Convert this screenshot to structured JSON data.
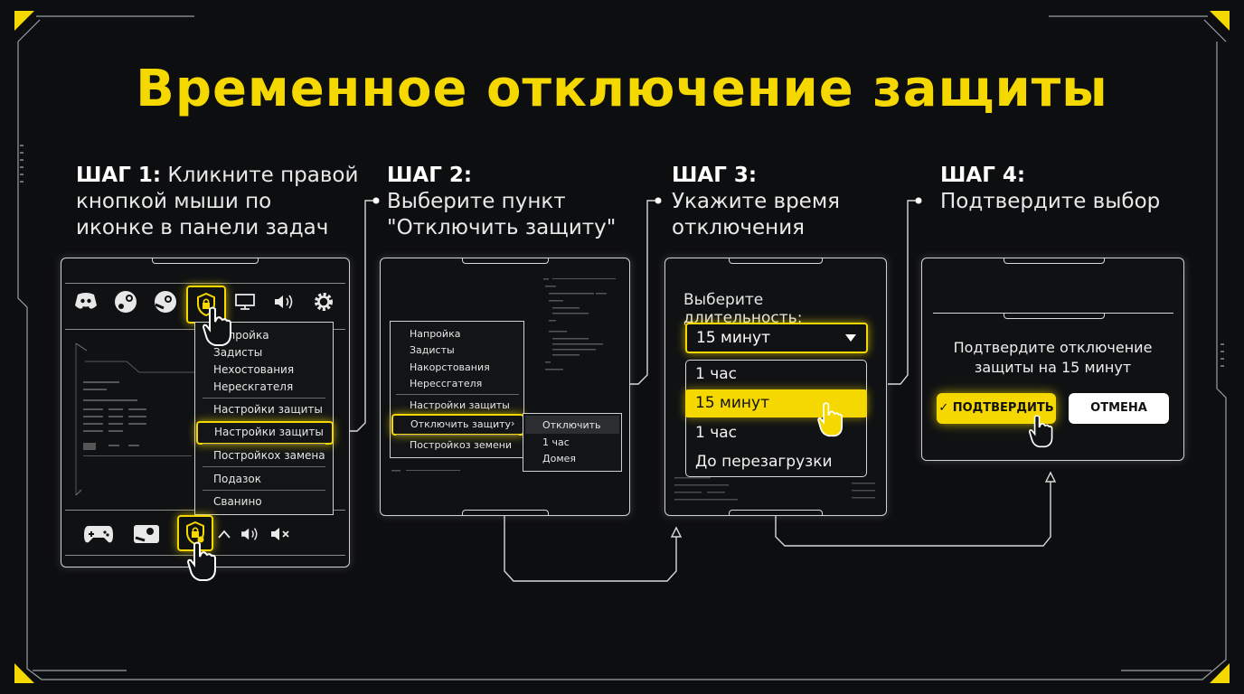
{
  "title": "Временное отключение защиты",
  "colors": {
    "accent": "#f5d800",
    "background": "#0d0e10",
    "text": "#f2f2f2"
  },
  "step1": {
    "label": "ШАГ 1:",
    "line1": "Кликните правой",
    "line2": "кнопкой мыши по",
    "line3": "иконке в панели задач",
    "tray_icons": [
      "discord-icon",
      "steam-icon",
      "steam-icon",
      "shield-lock-icon",
      "monitor-icon",
      "speaker-icon",
      "gear-icon"
    ],
    "menu": [
      "Напройка",
      "Задисты",
      "Нехостования",
      "Нерескгателя",
      "Настройки защиты",
      "Настройки защиты",
      "Постройкох замена",
      "Подазок",
      "Сванино"
    ],
    "taskbar_icons": [
      "gamepad-icon",
      "steam-logo-icon",
      "shield-lock-icon",
      "chevron-up-icon",
      "speaker-icon",
      "mute-icon"
    ]
  },
  "step2": {
    "label": "ШАГ 2:",
    "line1": "Выберите пункт",
    "line2": "\"Отключить защиту\"",
    "menu": [
      "Напройка",
      "Задисты",
      "Накорстования",
      "Нерессгателя",
      "Настройки защиты",
      "Отключить защиту",
      "Постройкоз земени"
    ],
    "submenu": [
      "Отключить",
      "1 час",
      "Домея"
    ]
  },
  "step3": {
    "label": "ШАГ 3:",
    "line1": "Укажите время",
    "line2": "отключения",
    "prompt": "Выберите длительность:",
    "selected": "15 минут",
    "options": [
      "1 час",
      "15 минут",
      "1 час",
      "До перезагрузки"
    ]
  },
  "step4": {
    "label": "ШАГ 4:",
    "line1": "Подтвердите выбор",
    "msg1": "Подтвердите отключение",
    "msg2": "защиты на 15 минут",
    "confirm": "✓ ПОДТВЕРДИТЬ",
    "cancel": "ОТМЕНА"
  }
}
